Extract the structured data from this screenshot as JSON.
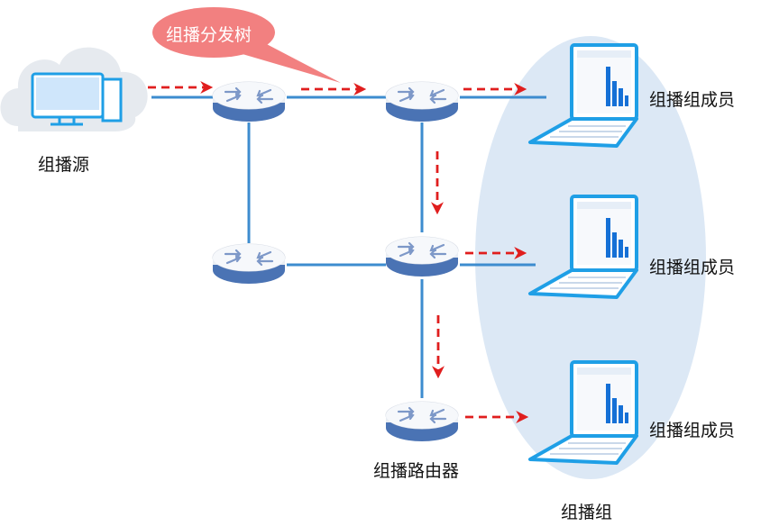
{
  "labels": {
    "source": "组播源",
    "tree_bubble": "组播分发树",
    "router": "组播路由器",
    "group": "组播组",
    "members": [
      "组播组成员",
      "组播组成员",
      "组播组成员"
    ]
  },
  "colors": {
    "link": "#3d8ccf",
    "arrow": "#e01e1e",
    "bubble": "#f28080",
    "group_fill": "#dce8f5",
    "router_top": "#f3f5f8",
    "router_band": "#4a73b4",
    "laptop_frame": "#1f9fe6",
    "screen_bg": "#f7f9fc",
    "bar": "#1570d6",
    "cloud": "#e6eaef"
  },
  "icons": {
    "source": "computer-in-cloud-icon",
    "router": "router-icon",
    "member": "laptop-icon"
  }
}
